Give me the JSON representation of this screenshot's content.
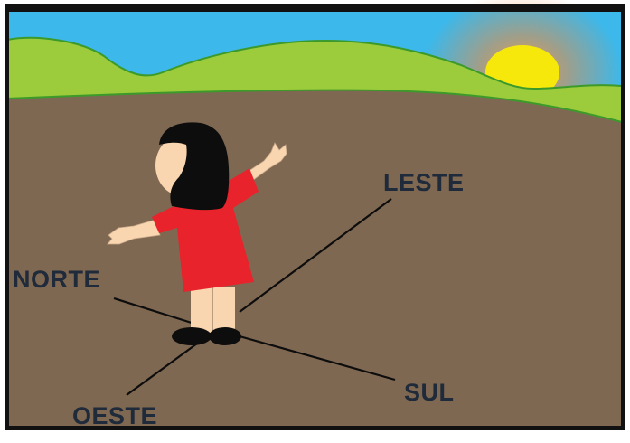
{
  "labels": {
    "east": "LESTE",
    "north": "NORTE",
    "south": "SUL",
    "west": "OESTE"
  },
  "colors": {
    "sky": "#3cb8ea",
    "hills": "#9ccb3b",
    "hill_outline": "#3c9a2a",
    "ground": "#7f6852",
    "sun": "#f7e80c",
    "sun_glow": "#f08a3c",
    "dress": "#e8232b",
    "skin": "#fad6b0",
    "hair": "#0d0d0d",
    "text": "#1f2a3a"
  },
  "icons": [
    "sun-icon",
    "girl-figure"
  ]
}
